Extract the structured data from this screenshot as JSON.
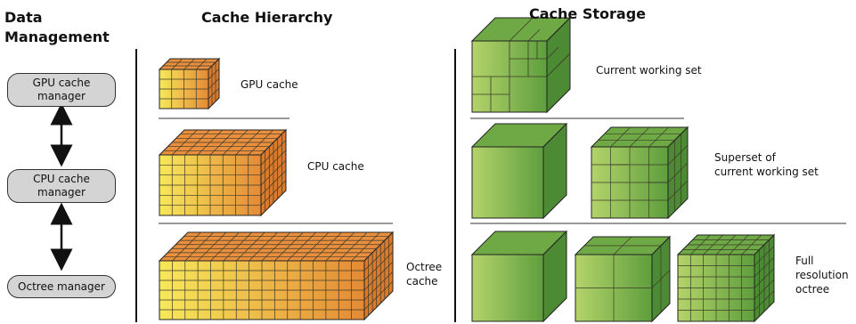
{
  "headings": {
    "data_management_line1": "Data",
    "data_management_line2": "Management",
    "cache_hierarchy": "Cache Hierarchy",
    "cache_storage": "Cache Storage"
  },
  "managers": {
    "gpu_line1": "GPU cache",
    "gpu_line2": "manager",
    "cpu_line1": "CPU cache",
    "cpu_line2": "manager",
    "octree": "Octree manager"
  },
  "hierarchy_labels": {
    "gpu": "GPU cache",
    "cpu": "CPU cache",
    "octree_line1": "Octree",
    "octree_line2": "cache"
  },
  "storage_labels": {
    "working_set": "Current working set",
    "superset_line1": "Superset of",
    "superset_line2": "current working set",
    "full_line1": "Full",
    "full_line2": "resolution",
    "full_line3": "octree"
  },
  "colors": {
    "orange_light": "#f7e85a",
    "orange_dark": "#e48a36",
    "orange_top": "#e98f3e",
    "orange_side": "#d97a2c",
    "green_light": "#b4d36a",
    "green_dark": "#5e9e3d",
    "green_top": "#6fa946",
    "green_side": "#4c8a33",
    "pill_fill": "#d4d4d4"
  }
}
